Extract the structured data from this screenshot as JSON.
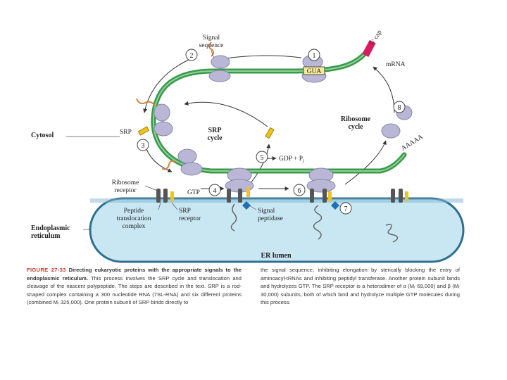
{
  "labels": {
    "cytosol": "Cytosol",
    "er": "Endoplasmic\nreticulum",
    "er_lumen": "ER lumen",
    "signal_sequence": "Signal\nsequence",
    "mrna": "mRNA",
    "cap": "5′ cap",
    "polya": "AAAAA",
    "codon": "GUA",
    "srp": "SRP",
    "srp_cycle": "SRP\ncycle",
    "ribosome_cycle": "Ribosome\ncycle",
    "gdp_pi": "GDP + P",
    "pi_sub": "i",
    "gtp": "GTP",
    "ribosome_receptor": "Ribosome\nreceptor",
    "ptc": "Peptide\ntranslocation\ncomplex",
    "srp_receptor": "SRP\nreceptor",
    "signal_peptidase": "Signal\npeptidase"
  },
  "steps": [
    "1",
    "2",
    "3",
    "4",
    "5",
    "6",
    "7",
    "8"
  ],
  "caption": {
    "figure_label": "FIGURE 27-33",
    "title": "Directing eukaryotic proteins with the appropriate signals to the endoplasmic reticulum.",
    "left_text": "This process involves the SRP cycle and translocation and cleavage of the nascent polypeptide. The steps are described in the text. SRP is a rod-shaped complex containing a 300 nucleotide RNA (7SL-RNA) and six different proteins (combined Mᵣ 325,000). One protein subunit of SRP binds directly to",
    "right_text": "the signal sequence, inhibiting elongation by sterically blocking the entry of aminoacyl-tRNAs and inhibiting peptidyl transferase. Another protein subunit binds and hydrolyzes GTP. The SRP receptor is a heterodimer of α (Mᵣ 69,000) and β (Mᵣ 30,000) subunits, both of which bind and hydrolyze multiple GTP molecules during this process."
  },
  "colors": {
    "mrna": "#3a9a4a",
    "ribosome": "#b9b6d6",
    "er_fill": "#c9e6f3",
    "er_stroke": "#2f6f8f",
    "srp": "#f0c419",
    "cap": "#d81b60",
    "peptidase": "#1f6fb2"
  }
}
